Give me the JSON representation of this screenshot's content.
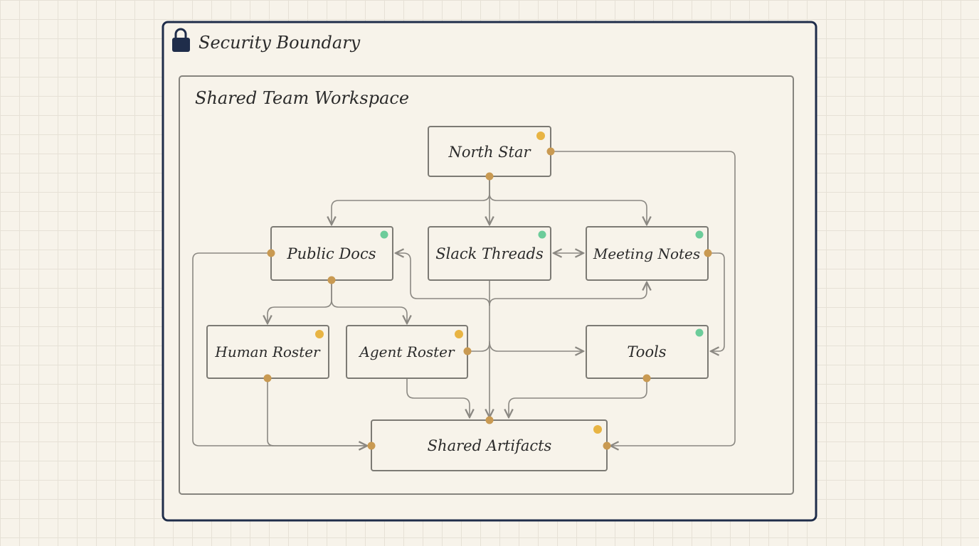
{
  "boundary": {
    "title": "Security Boundary",
    "icon": "lock-icon"
  },
  "workspace": {
    "title": "Shared Team Workspace"
  },
  "colors": {
    "boundary_border": "#1f2d4a",
    "status_amber": "#e8b443",
    "status_green": "#6ccc9a",
    "port": "#c99a52"
  },
  "nodes": [
    {
      "id": "north-star",
      "label": "North Star",
      "status": "amber"
    },
    {
      "id": "public-docs",
      "label": "Public Docs",
      "status": "green"
    },
    {
      "id": "slack-threads",
      "label": "Slack Threads",
      "status": "green"
    },
    {
      "id": "meeting-notes",
      "label": "Meeting Notes",
      "status": "green"
    },
    {
      "id": "human-roster",
      "label": "Human Roster",
      "status": "amber"
    },
    {
      "id": "agent-roster",
      "label": "Agent Roster",
      "status": "amber"
    },
    {
      "id": "tools",
      "label": "Tools",
      "status": "green"
    },
    {
      "id": "shared-artifacts",
      "label": "Shared Artifacts",
      "status": "amber"
    }
  ],
  "edges": [
    {
      "from": "north-star",
      "to": "public-docs"
    },
    {
      "from": "north-star",
      "to": "slack-threads"
    },
    {
      "from": "north-star",
      "to": "meeting-notes"
    },
    {
      "from": "north-star",
      "to": "shared-artifacts"
    },
    {
      "from": "slack-threads",
      "to": "meeting-notes",
      "bidirectional": true
    },
    {
      "from": "slack-threads",
      "to": "public-docs"
    },
    {
      "from": "slack-threads",
      "to": "meeting-notes"
    },
    {
      "from": "slack-threads",
      "to": "tools"
    },
    {
      "from": "slack-threads",
      "to": "shared-artifacts"
    },
    {
      "from": "public-docs",
      "to": "human-roster"
    },
    {
      "from": "public-docs",
      "to": "agent-roster"
    },
    {
      "from": "public-docs",
      "to": "shared-artifacts"
    },
    {
      "from": "meeting-notes",
      "to": "tools"
    },
    {
      "from": "human-roster",
      "to": "shared-artifacts"
    },
    {
      "from": "agent-roster",
      "to": "shared-artifacts"
    },
    {
      "from": "tools",
      "to": "shared-artifacts"
    }
  ]
}
